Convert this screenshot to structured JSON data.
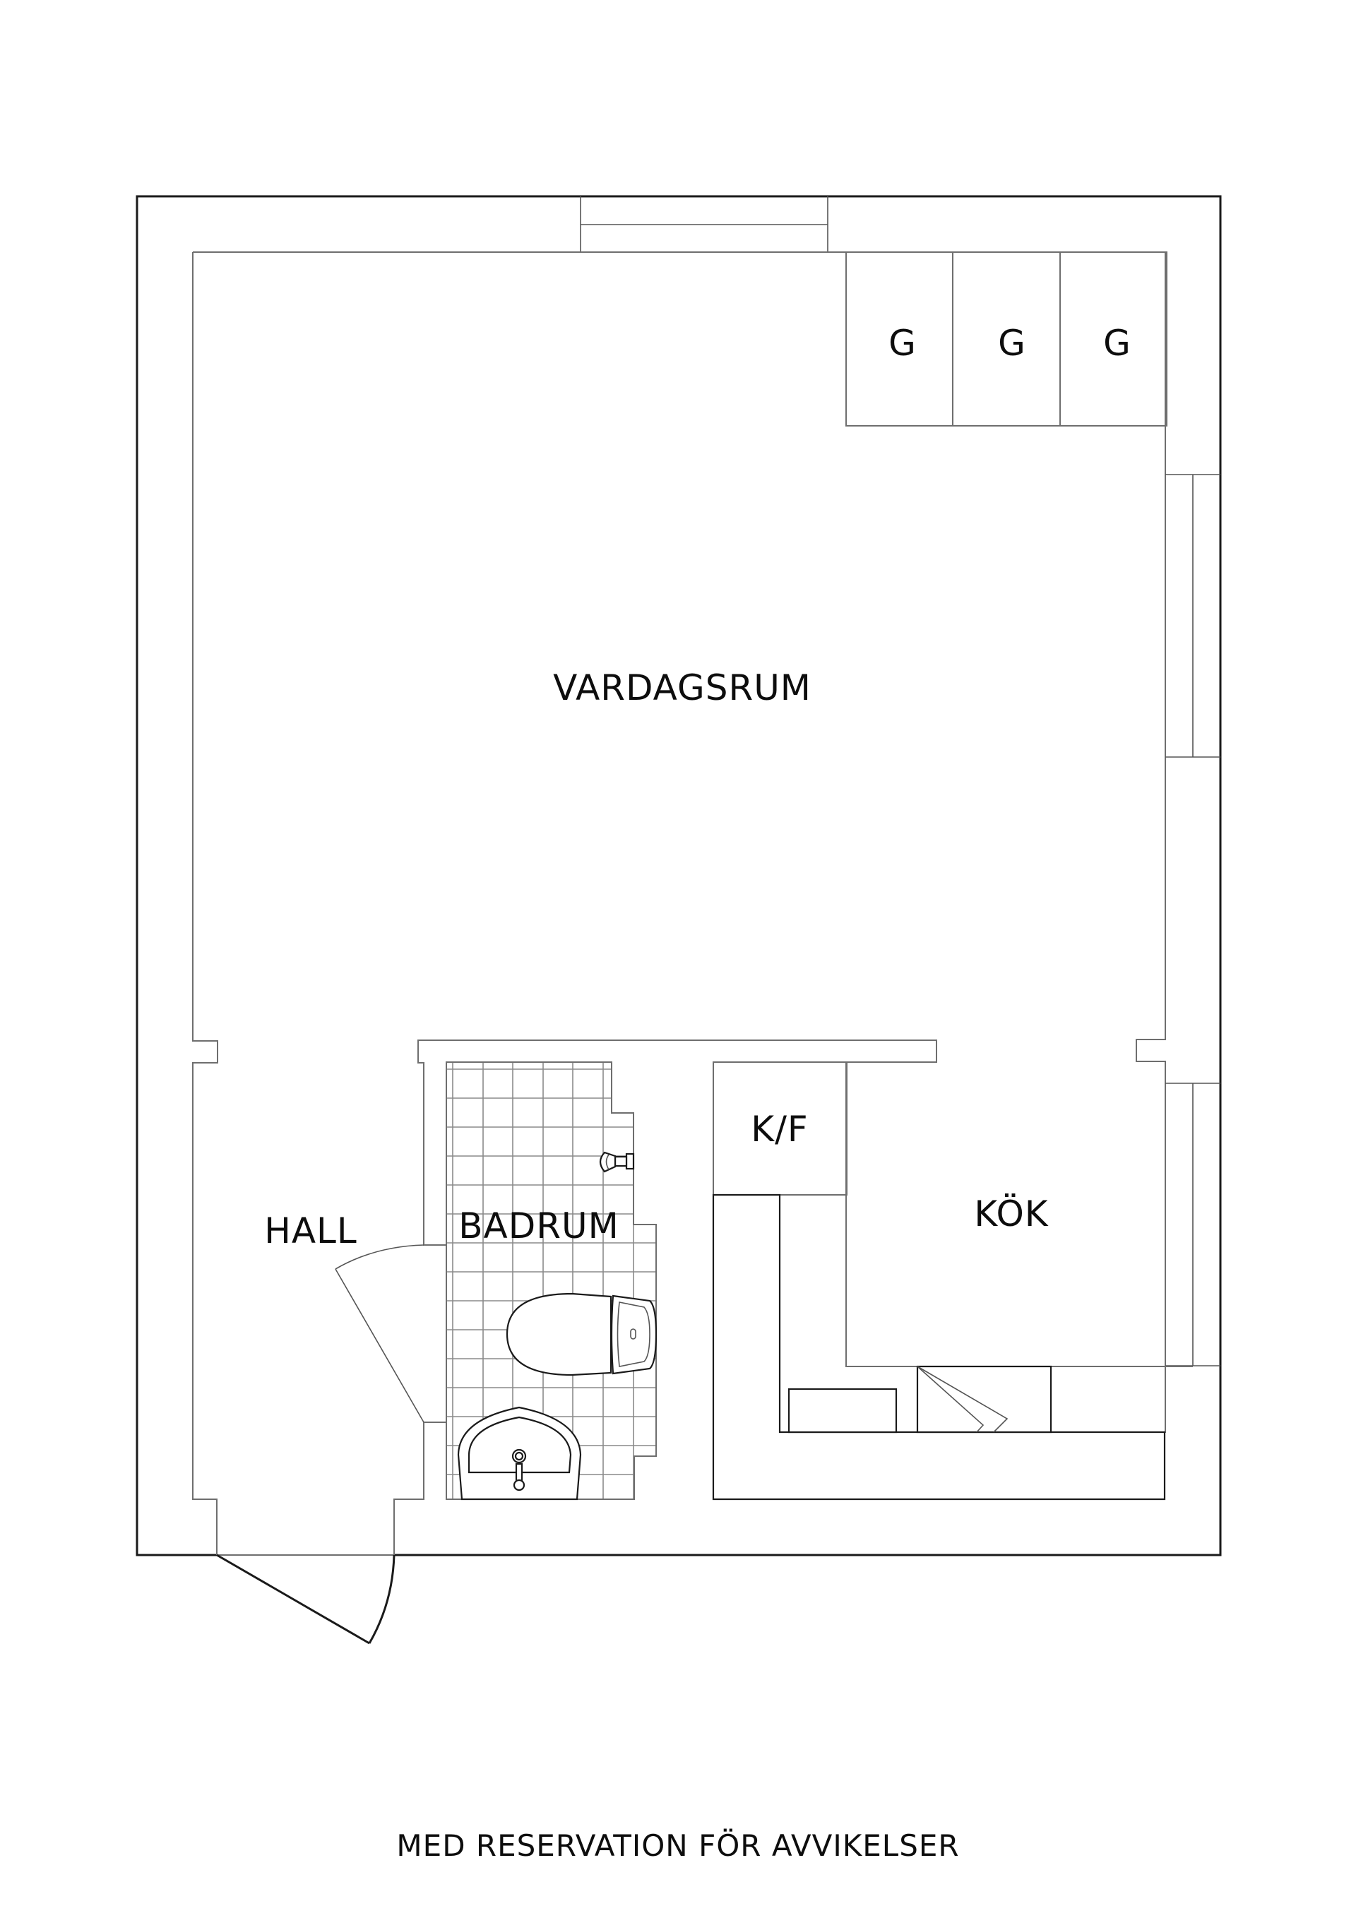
{
  "plan": {
    "rooms": {
      "living_room": "VARDAGSRUM",
      "kitchen": "KÖK",
      "bathroom": "BADRUM",
      "hall": "HALL",
      "fridge_freezer": "K/F"
    },
    "wardrobes": [
      {
        "label": "G"
      },
      {
        "label": "G"
      },
      {
        "label": "G"
      }
    ],
    "fixtures": [
      "toilet",
      "sink",
      "shower",
      "kitchen-sink",
      "dishwasher",
      "stove"
    ],
    "colors": {
      "background": "#ffffff",
      "outer_wall": "#1a1a1a",
      "inner_line": "#6e6e6e",
      "tile_grid": "#8a8a8a",
      "text": "#0d0d0d"
    }
  },
  "footer": {
    "disclaimer": "MED RESERVATION FÖR AVVIKELSER"
  }
}
